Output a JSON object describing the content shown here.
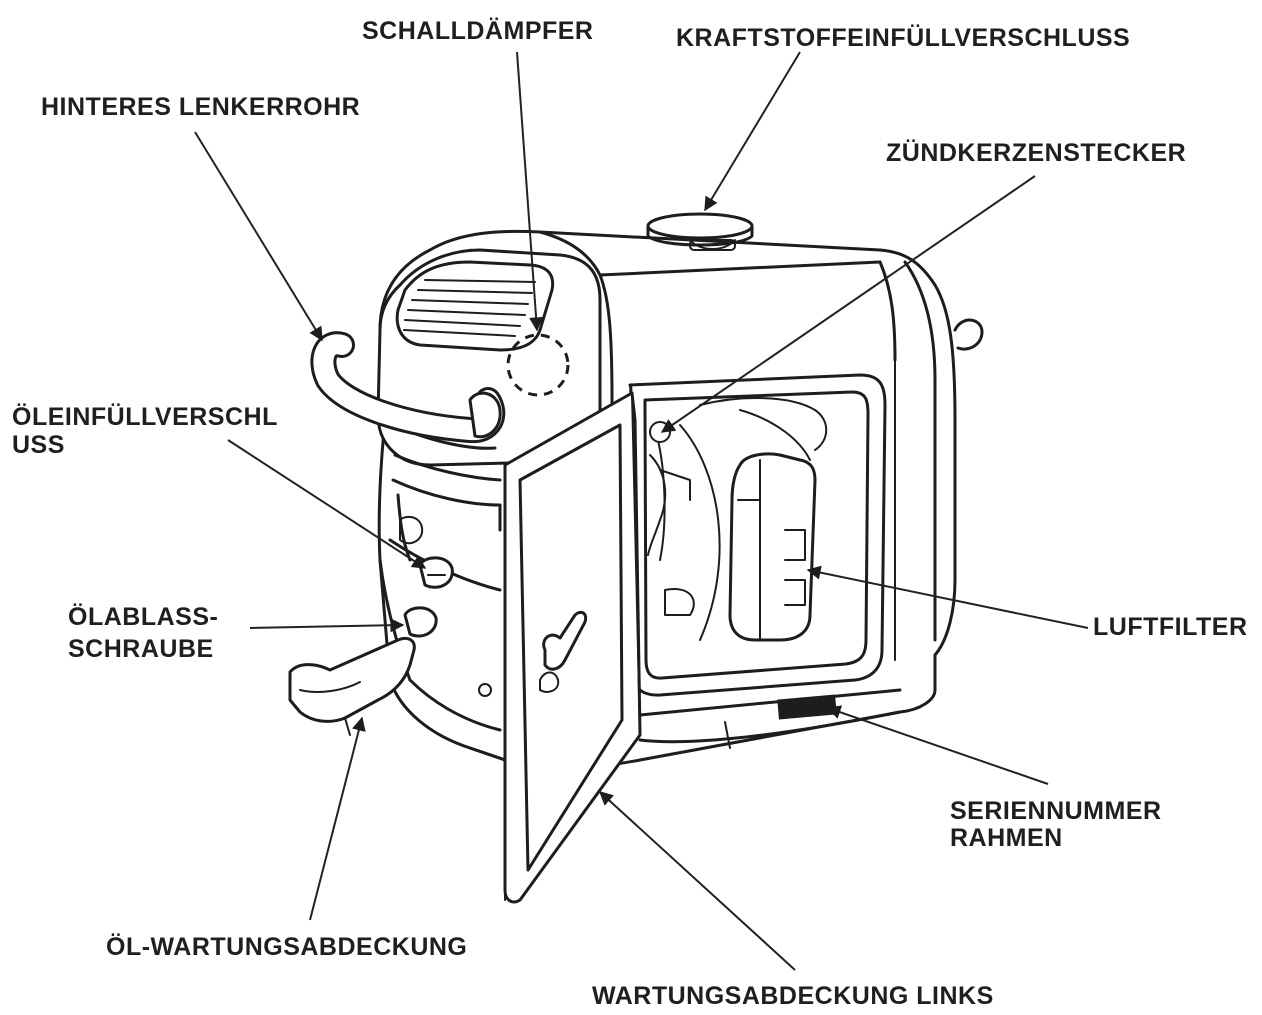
{
  "labels": {
    "schalldaempfer": "SCHALLDÄMPFER",
    "kraftstoff": "KRAFTSTOFFEINFÜLLVERSCHLUSS",
    "lenkerrohr": "HINTERES LENKERROHR",
    "zuendkerze": "ZÜNDKERZENSTECKER",
    "oeleinfuell_1": "ÖLEINFÜLLVERSCHL",
    "oeleinfuell_2": "USS",
    "oelablass_1": "ÖLABLASS-",
    "oelablass_2": "SCHRAUBE",
    "luftfilter": "LUFTFILTER",
    "seriennummer_1": "SERIENNUMMER",
    "seriennummer_2": "RAHMEN",
    "oel_wartung": "ÖL-WARTUNGSABDECKUNG",
    "wartung_links": "WARTUNGSABDECKUNG LINKS"
  },
  "colors": {
    "ink": "#1d1d1d",
    "background": "#ffffff"
  }
}
